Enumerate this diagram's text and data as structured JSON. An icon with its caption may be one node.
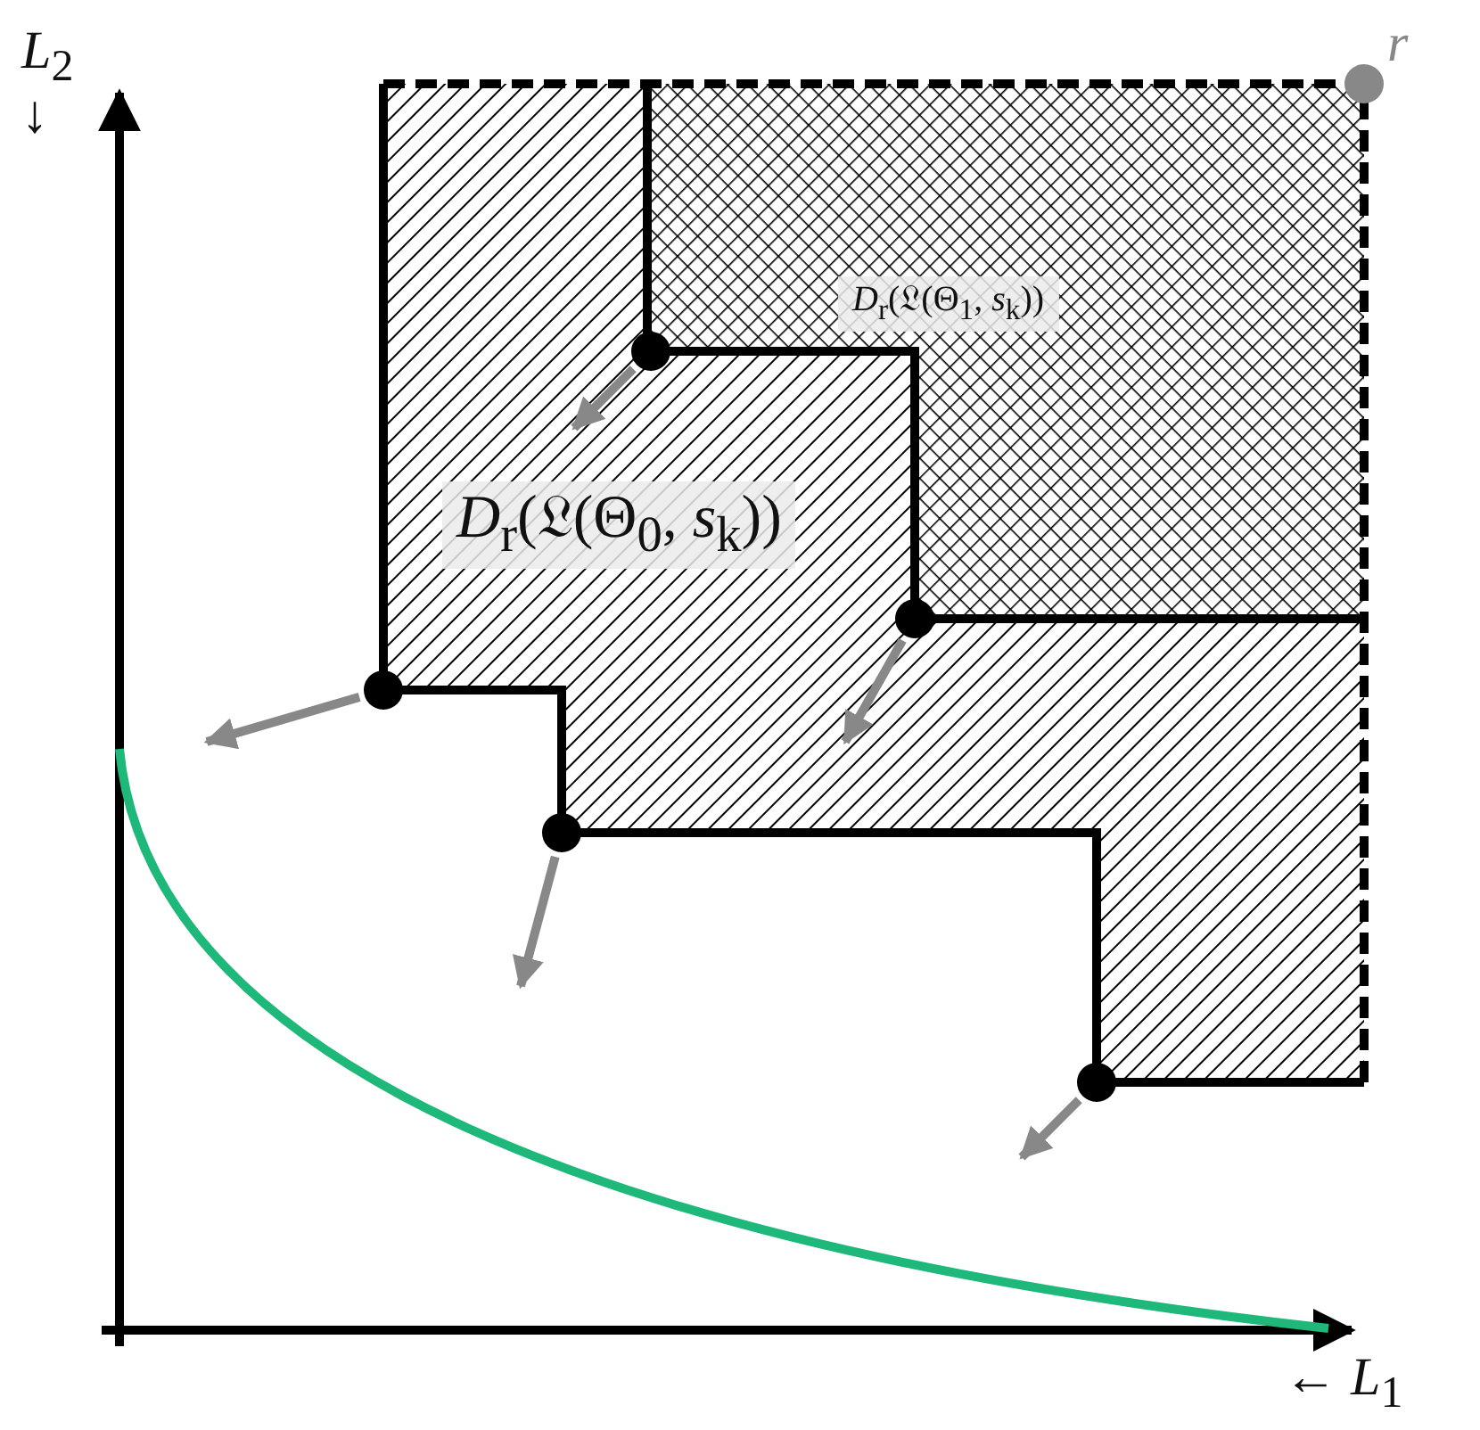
{
  "diagram": {
    "labels": [
      "*L*$_{2}$ ↓",
      "*r*",
      "*D*$_{r}$(𝔏(Θ$_{1}$, *s*$_{k}$))",
      "*D*$_{r}$(𝔏(Θ$_{0}$, *s*$_{k}$))",
      "← *L*$_{1}$"
    ]
  }
}
